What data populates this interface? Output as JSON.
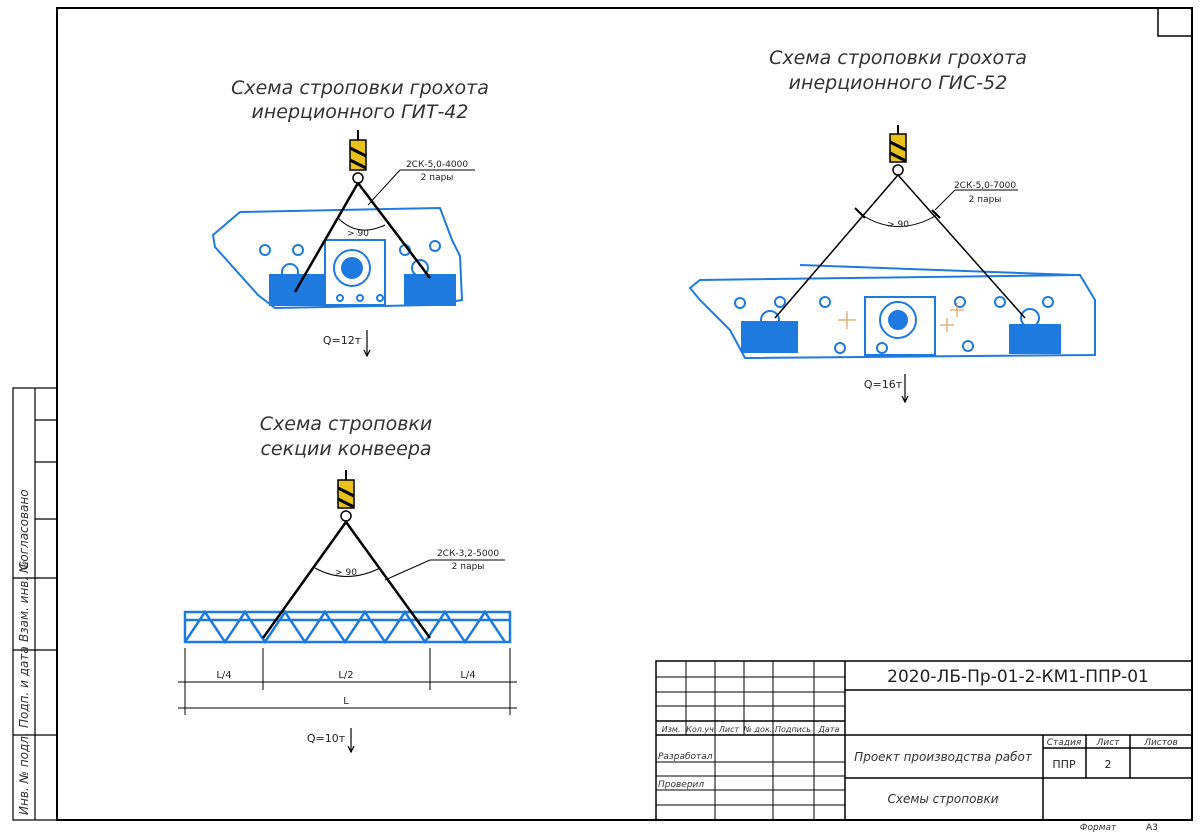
{
  "drawings": {
    "git42": {
      "title_line1": "Схема строповки грохота",
      "title_line2": "инерционного ГИТ-42",
      "sling": "2СК-5,0-4000",
      "sling_pairs": "2 пары",
      "angle": "> 90",
      "load": "Q=12т"
    },
    "gis52": {
      "title_line1": "Схема строповки грохота",
      "title_line2": "инерционного ГИС-52",
      "sling": "2СК-5,0-7000",
      "sling_pairs": "2 пары",
      "angle": "> 90",
      "load": "Q=16т"
    },
    "conveyor": {
      "title_line1": "Схема строповки",
      "title_line2": "секции конвеера",
      "sling": "2СК-3,2-5000",
      "sling_pairs": "2 пары",
      "angle": "> 90",
      "load": "Q=10т",
      "dim_left": "L/4",
      "dim_mid": "L/2",
      "dim_right": "L/4",
      "dim_total": "L"
    }
  },
  "side_stamp": {
    "agreed": "Согласовано",
    "replace_inv": "Взам. инв. №",
    "sign_date": "Подп. и дата",
    "inv_orig": "Инв. № подл."
  },
  "title_block": {
    "code": "2020-ЛБ-Пр-01-2-КМ1-ППР-01",
    "columns": [
      "Изм.",
      "Кол.уч",
      "Лист",
      "№ док.",
      "Подпись",
      "Дата"
    ],
    "developed": "Разработал",
    "checked": "Проверил",
    "project_title": "Проект производства работ",
    "sheet_title": "Схемы строповки",
    "stage_label": "Стадия",
    "sheet_label": "Лист",
    "sheets_label": "Листов",
    "stage": "ППР",
    "sheet": "2",
    "sheets": ""
  },
  "format": {
    "label": "Формат",
    "value": "А3"
  },
  "colors": {
    "equipment": "#1f7ae0",
    "sling": "#000000",
    "hook_yellow": "#e8c21a",
    "cross_mark": "#e0a060"
  }
}
